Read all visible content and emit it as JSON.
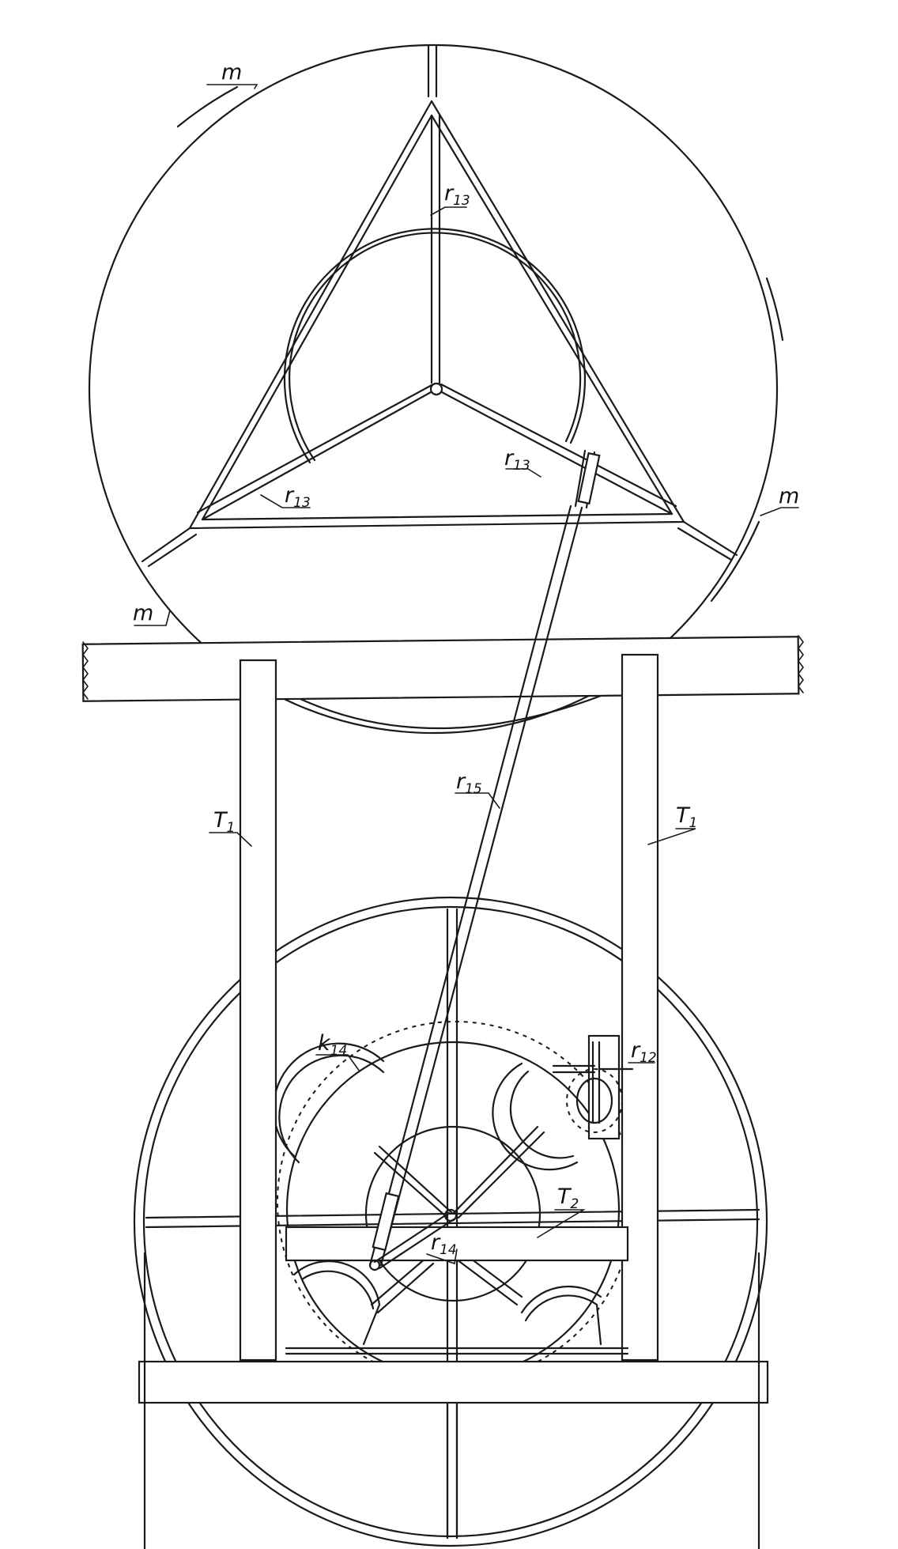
{
  "labels": {
    "m": "m",
    "r13": "r",
    "r13_sub": "13",
    "r15": "r",
    "r15_sub": "15",
    "t1": "T",
    "t1_sub": "1",
    "k14": "k",
    "k14_sub": "14",
    "r12": "r",
    "r12_sub": "12",
    "t2": "T",
    "t2_sub": "2",
    "r14": "r",
    "r14_sub": "14"
  }
}
